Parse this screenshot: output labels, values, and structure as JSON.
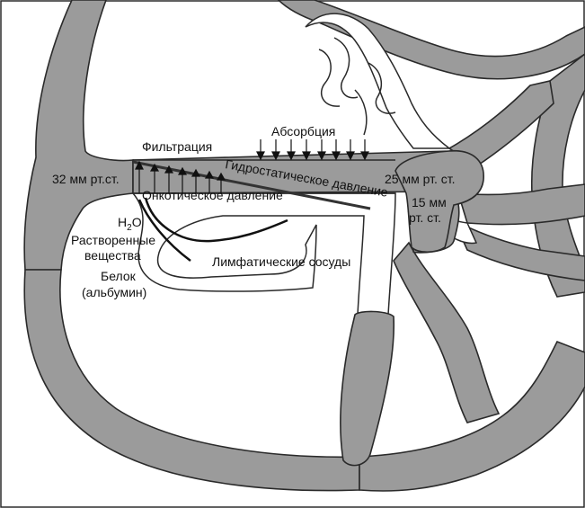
{
  "labels": {
    "filtration": "Фильтрация",
    "absorption": "Абсорбция",
    "pressure_arterial": "32 мм рт.ст.",
    "pressure_venous_mid": "25 мм рт. ст.",
    "pressure_venous_end_line1": "15 мм",
    "pressure_venous_end_line2": "рт. ст.",
    "hydrostatic_pressure": "Гидростатическое давление",
    "oncotic_pressure": "Онкотическое давление",
    "water_h": "H",
    "water_sub": "2",
    "water_o": "O",
    "dissolved_line1": "Растворенные",
    "dissolved_line2": "вещества",
    "protein_line1": "Белок",
    "protein_line2": "(альбумин)",
    "lymphatic_vessels": "Лимфатические сосуды"
  },
  "colors": {
    "vessel_fill": "#9b9b9b",
    "outline": "#2a2a2a",
    "background": "#ffffff"
  }
}
